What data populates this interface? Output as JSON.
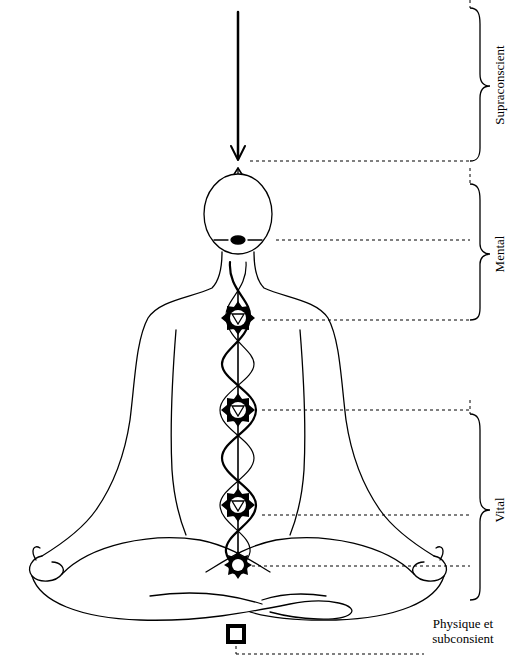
{
  "diagram": {
    "labels": [
      "Supraconscient",
      "Mental",
      "Vital",
      "Physique et subconsient"
    ]
  }
}
